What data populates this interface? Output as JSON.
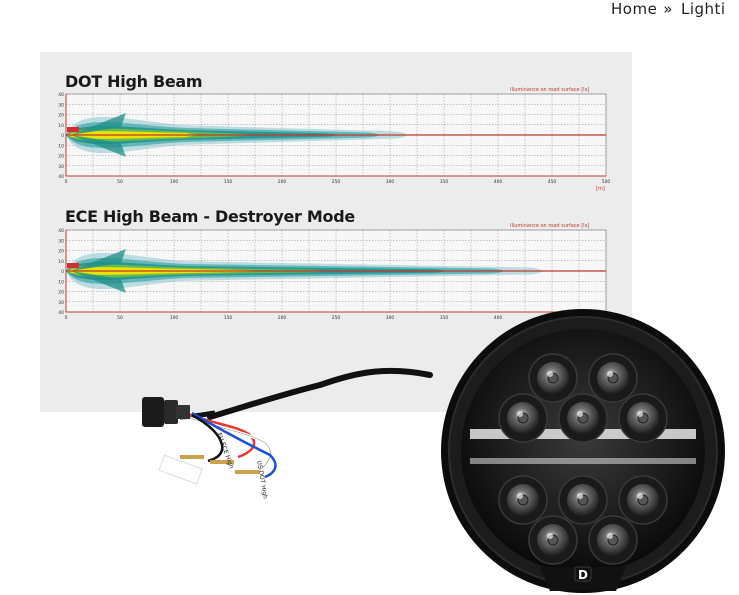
{
  "breadcrumb": {
    "home": "Home",
    "separator": "»",
    "current": "Lighti"
  },
  "chart_data": [
    {
      "type": "heatmap",
      "title": "DOT High Beam",
      "legend_note": "Illuminance on road surface [lx]",
      "x_unit": "[m]",
      "x_ticks": [
        "0",
        "50",
        "100",
        "150",
        "200",
        "250",
        "300",
        "350",
        "400",
        "450",
        "500"
      ],
      "y_ticks": [
        "40",
        "30",
        "20",
        "10",
        "0",
        "10",
        "20",
        "30",
        "40"
      ],
      "xlim": [
        0,
        500
      ],
      "ylim": [
        -40,
        40
      ],
      "beam_reach_m": 325,
      "grid": true
    },
    {
      "type": "heatmap",
      "title": "ECE High Beam - Destroyer Mode",
      "legend_note": "Illuminance on road surface [lx]",
      "x_unit": "",
      "x_ticks": [
        "0",
        "50",
        "100",
        "150",
        "200",
        "250",
        "300",
        "350",
        "400"
      ],
      "y_ticks": [
        "40",
        "30",
        "20",
        "10",
        "0",
        "10",
        "20",
        "30",
        "40"
      ],
      "xlim": [
        0,
        500
      ],
      "ylim": [
        -40,
        40
      ],
      "beam_reach_m": 450,
      "grid": true
    }
  ],
  "harness": {
    "label_ece": "EU ECE High",
    "label_dot": "US DOT High"
  },
  "product": {
    "logo_text": "D",
    "logo_color": "#ffffff"
  },
  "colors": {
    "grid_red": "#c0392b",
    "beam_yellow": "#f4e300",
    "beam_teal": "#1e8f8a"
  }
}
